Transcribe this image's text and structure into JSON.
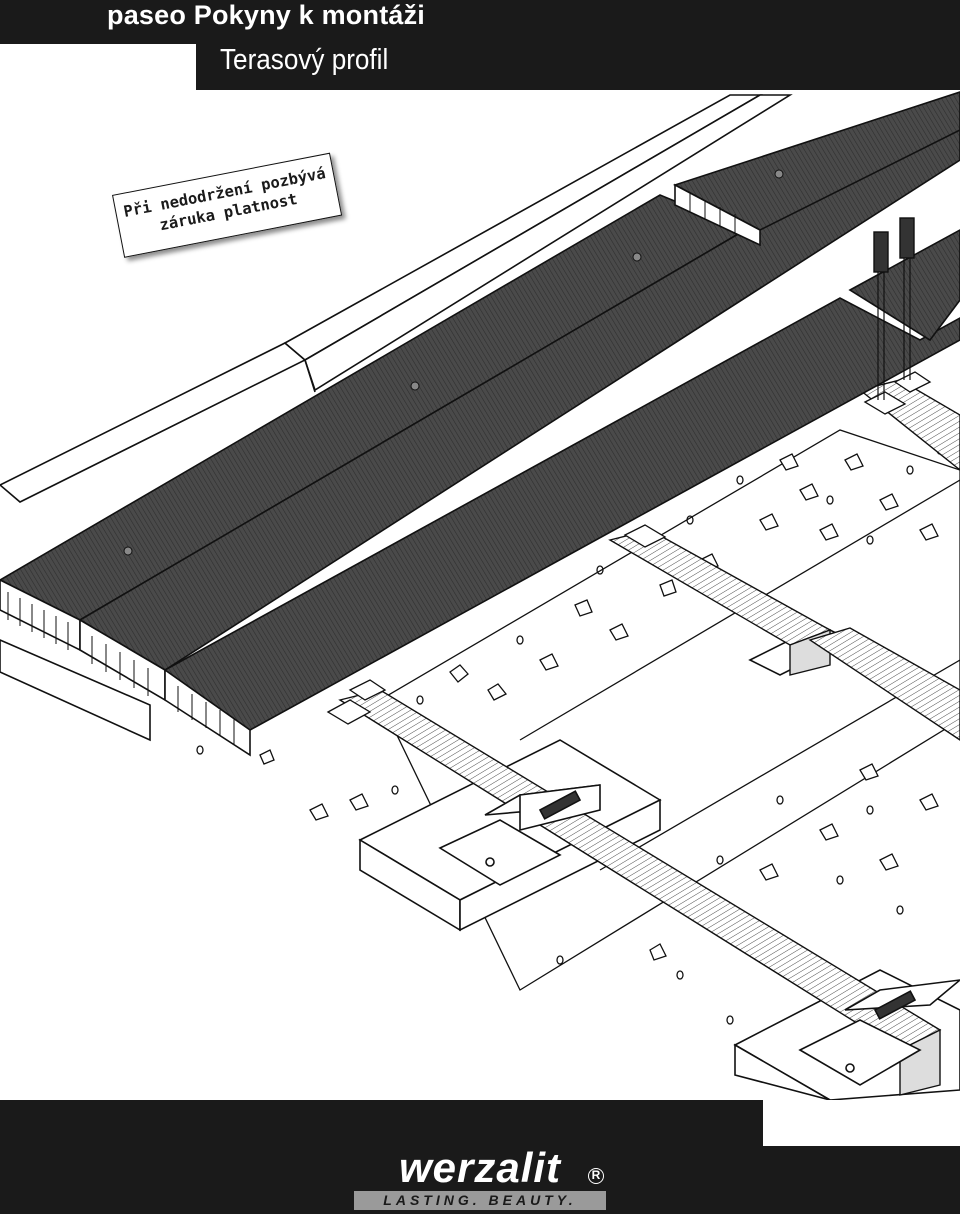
{
  "header": {
    "title": "paseo Pokyny k montáži",
    "subtitle": "Terasový profil"
  },
  "warning": {
    "line1": "Při nedodržení pozbývá",
    "line2": "záruka platnost"
  },
  "brand": {
    "name": "werzalit",
    "registered": "R",
    "tagline": "LASTING. BEAUTY."
  },
  "colors": {
    "bar": "#1a1a1a",
    "board": "#4a4a4a",
    "tagline_bg": "#9a9a9a"
  }
}
